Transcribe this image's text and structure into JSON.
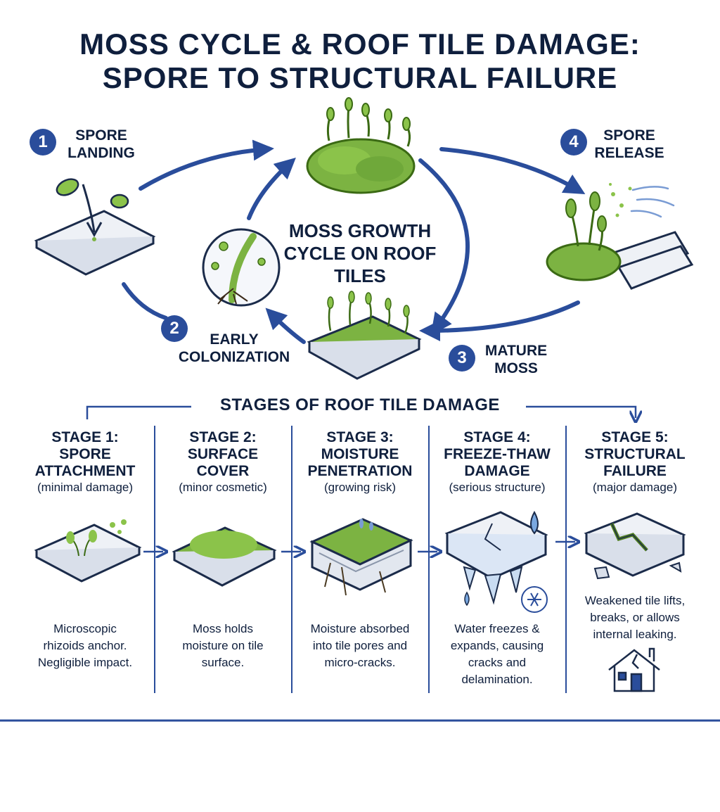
{
  "title": {
    "line1": "MOSS CYCLE & ROOF TILE DAMAGE:",
    "line2": "SPORE TO STRUCTURAL FAILURE"
  },
  "cycle": {
    "center_label": "MOSS GROWTH CYCLE ON ROOF TILES",
    "steps": [
      {
        "number": "1",
        "label_line1": "SPORE",
        "label_line2": "LANDING"
      },
      {
        "number": "2",
        "label_line1": "EARLY",
        "label_line2": "COLONIZATION"
      },
      {
        "number": "3",
        "label_line1": "MATURE",
        "label_line2": "MOSS"
      },
      {
        "number": "4",
        "label_line1": "SPORE",
        "label_line2": "RELEASE"
      }
    ]
  },
  "damage": {
    "section_title": "STAGES OF ROOF TILE DAMAGE",
    "stages": [
      {
        "title_line1": "STAGE 1:",
        "title_line2": "SPORE",
        "title_line3": "ATTACHMENT",
        "severity": "(minimal damage)",
        "desc_line1": "Microscopic",
        "desc_line2": "rhizoids anchor.",
        "desc_line3": "Negligible impact.",
        "desc_line4": ""
      },
      {
        "title_line1": "STAGE 2:",
        "title_line2": "SURFACE",
        "title_line3": "COVER",
        "severity": "(minor cosmetic)",
        "desc_line1": "Moss holds",
        "desc_line2": "moisture on tile",
        "desc_line3": "surface.",
        "desc_line4": ""
      },
      {
        "title_line1": "STAGE 3:",
        "title_line2": "MOISTURE",
        "title_line3": "PENETRATION",
        "severity": "(growing risk)",
        "desc_line1": "Moisture absorbed",
        "desc_line2": "into tile pores and",
        "desc_line3": "micro-cracks.",
        "desc_line4": ""
      },
      {
        "title_line1": "STAGE 4:",
        "title_line2": "FREEZE-THAW",
        "title_line3": "DAMAGE",
        "severity": "(serious structure)",
        "desc_line1": "Water freezes &",
        "desc_line2": "expands, causing",
        "desc_line3": "cracks and",
        "desc_line4": "delamination."
      },
      {
        "title_line1": "STAGE 5:",
        "title_line2": "STRUCTURAL",
        "title_line3": "FAILURE",
        "severity": "(major damage)",
        "desc_line1": "Weakened tile lifts,",
        "desc_line2": "breaks, or allows",
        "desc_line3": "internal leaking.",
        "desc_line4": ""
      }
    ]
  },
  "colors": {
    "navy": "#0f1f3d",
    "accent_blue": "#2a4d9b",
    "moss_green": "#7cb342",
    "moss_dark": "#4f7d1f",
    "tile_gray": "#eef1f6"
  },
  "icons": [
    "leaf-icon",
    "wind-icon",
    "snowflake-icon",
    "water-drop-icon",
    "house-crack-icon",
    "arrow-icon"
  ]
}
